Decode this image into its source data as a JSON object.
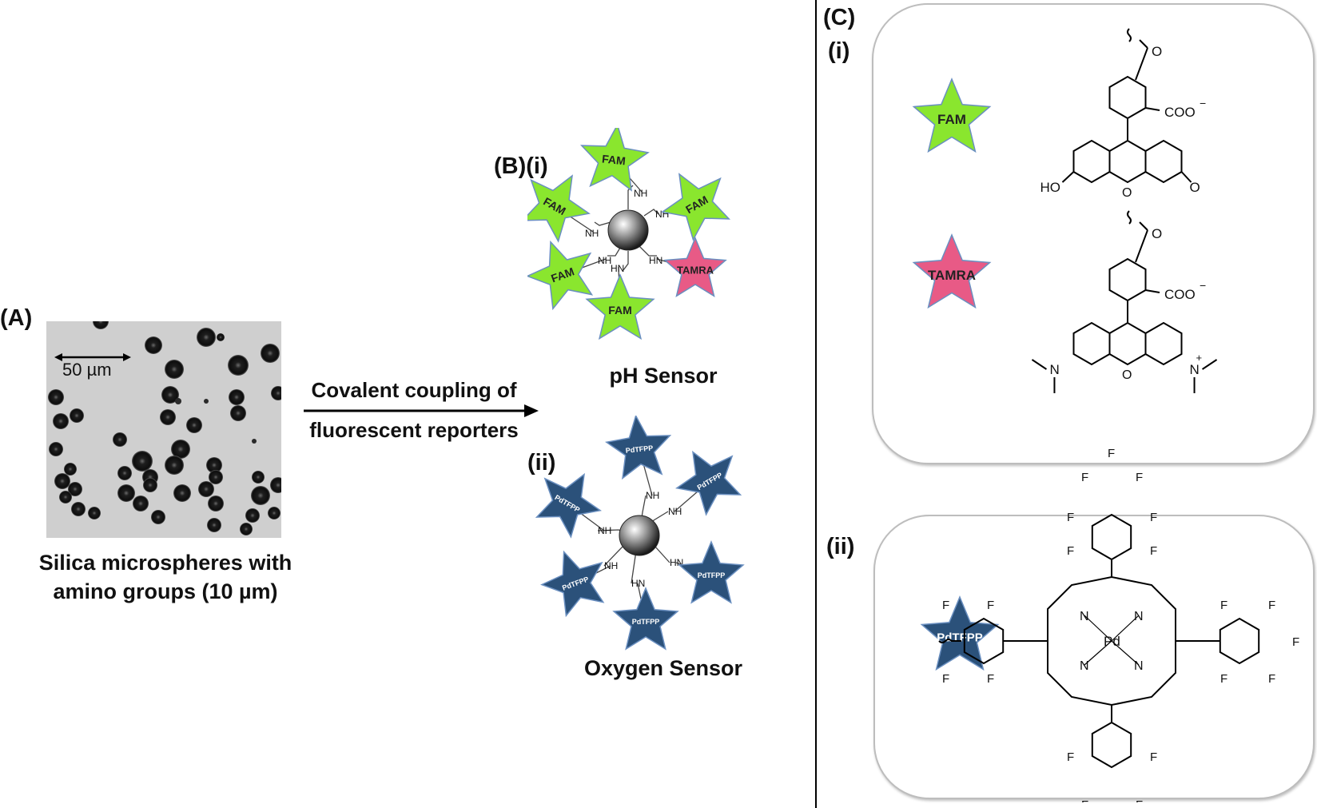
{
  "panel_labels": {
    "a": "(A)",
    "b": "(B)",
    "b_i": "(i)",
    "b_ii": "(ii)",
    "c": "(C)",
    "c_i": "(i)",
    "c_ii": "(ii)"
  },
  "micrograph": {
    "scale_bar": "50 µm",
    "caption_line1": "Silica microspheres with",
    "caption_line2": "amino groups (10 µm)"
  },
  "arrow": {
    "line1": "Covalent coupling of",
    "line2": "fluorescent reporters"
  },
  "sensors": {
    "ph_caption": "pH Sensor",
    "oxygen_caption": "Oxygen Sensor",
    "linker_nh": "NH",
    "linker_hn": "HN"
  },
  "reporters": {
    "fam": "FAM",
    "tamra": "TAMRA",
    "pdtfpp": "PdTFPP"
  },
  "structures": {
    "coo_minus": "COO",
    "ho": "HO",
    "o": "O",
    "n": "N",
    "pd": "Pd",
    "f": "F",
    "minus": "−",
    "plus": "+"
  },
  "colors": {
    "fam_green": "#8ae62e",
    "tamra_pink": "#e85a86",
    "pdtfpp_blue": "#2b517a",
    "star_edge": "#6a8fc0"
  }
}
